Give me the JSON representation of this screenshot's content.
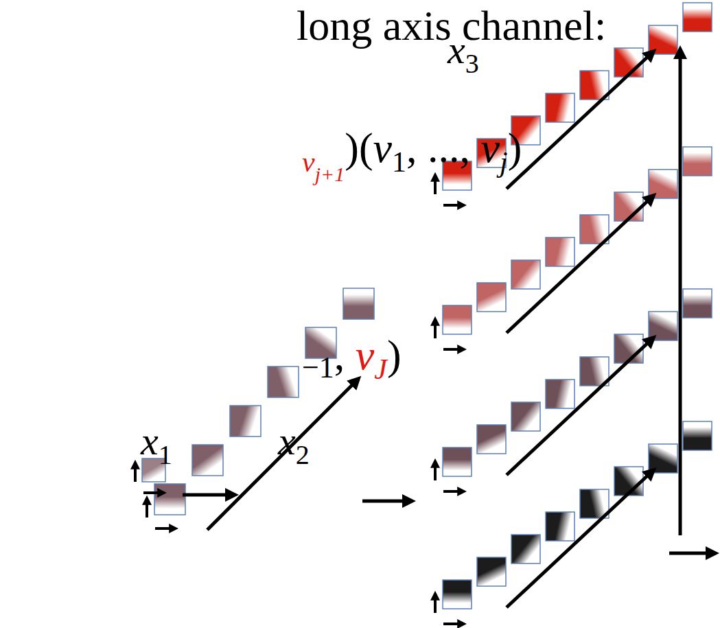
{
  "diagram": {
    "labels": [
      "long axis channel:",
      "v",
      "j+1",
      ")(",
      "v",
      "1",
      ", ..., ",
      "v",
      "j",
      ")",
      "−1",
      ", ",
      "v",
      "J",
      ")",
      "x",
      "1",
      "x",
      "2",
      "x",
      "3"
    ]
  }
}
